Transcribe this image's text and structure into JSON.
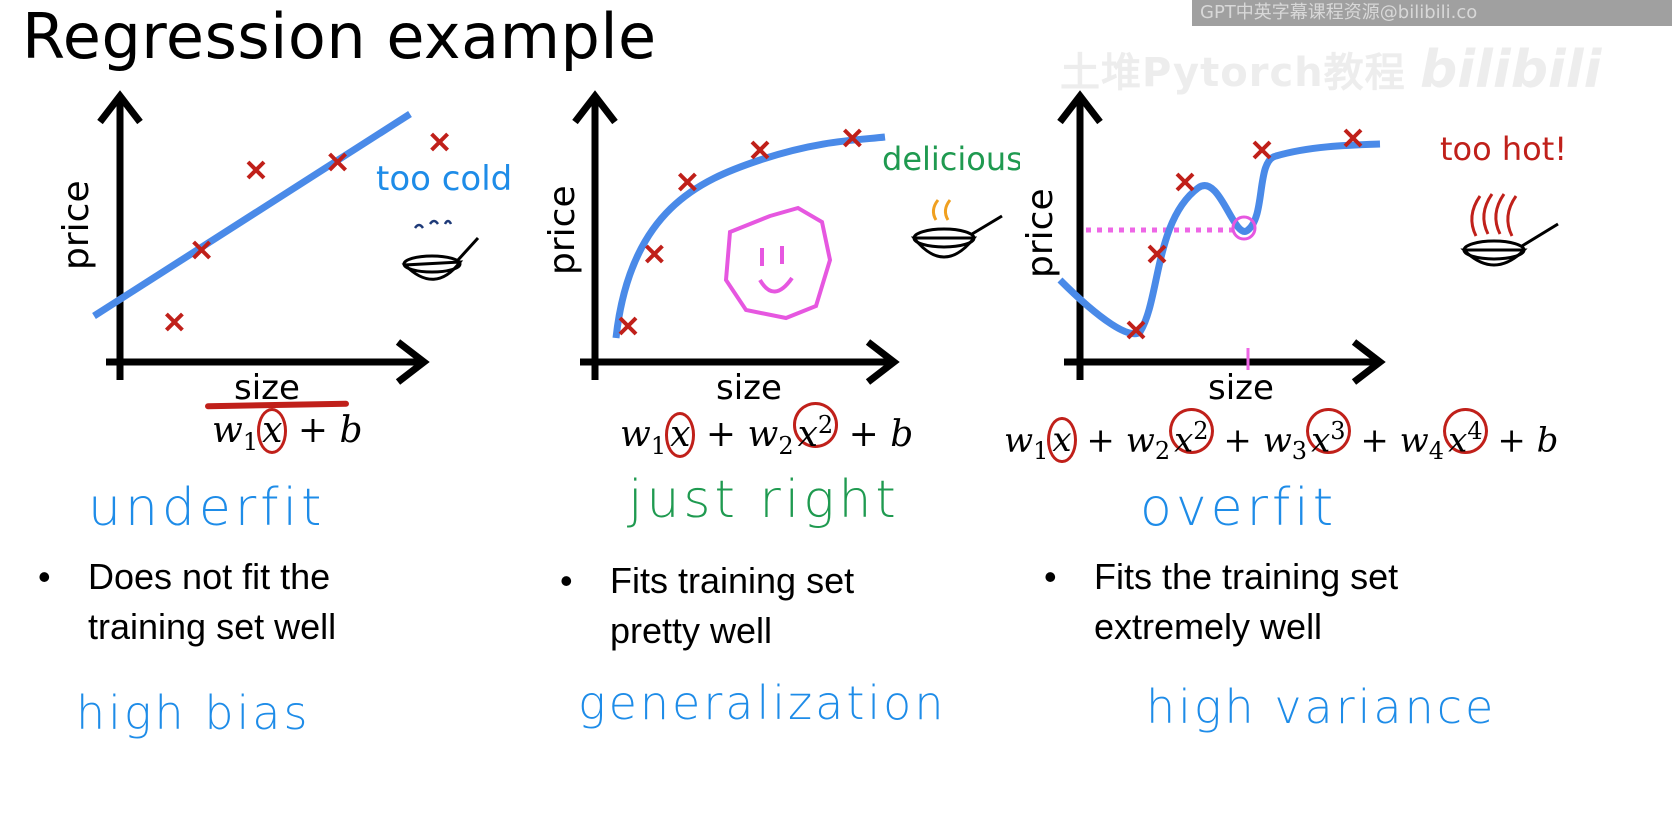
{
  "title": "Regression example",
  "watermark": {
    "text": "GPT中英字幕课程资源@bilibili.co",
    "brand": "土堆Pytorch教程",
    "logo": "bilibili"
  },
  "colors": {
    "fit_line": "#4a8ae8",
    "points": "#c0201a",
    "blue_ink": "#1e8ce8",
    "green_ink": "#1f9a50",
    "red_ink": "#c0201a",
    "pink_ink": "#e657e0",
    "orange_ink": "#f0a020"
  },
  "panels": [
    {
      "xlabel": "size",
      "ylabel": "price",
      "note": "too cold",
      "fit_label": "underfit",
      "bullet": [
        "Does not fit the",
        "training set well"
      ],
      "tag": "high bias"
    },
    {
      "xlabel": "size",
      "ylabel": "price",
      "note": "delicious!",
      "fit_label": "just right",
      "bullet": [
        "Fits training set",
        "pretty well"
      ],
      "tag": "generalization"
    },
    {
      "xlabel": "size",
      "ylabel": "price",
      "note": "too hot!",
      "fit_label": "overfit",
      "bullet": [
        "Fits the training set",
        "extremely well"
      ],
      "tag": "high variance"
    }
  ],
  "equations": {
    "eq1": {
      "w1": "w",
      "s1": "1",
      "x1": "x",
      "b": "+ b"
    },
    "eq2": {
      "w": "w",
      "s1": "1",
      "x": "x",
      "p": "+",
      "s2": "2",
      "e2": "2",
      "b": "+ b"
    },
    "eq3": {
      "w": "w",
      "s1": "1",
      "x": "x",
      "p": "+",
      "s2": "2",
      "e2": "2",
      "s3": "3",
      "e3": "3",
      "s4": "4",
      "e4": "4",
      "b": "+ b"
    }
  },
  "chart_data": [
    {
      "type": "scatter",
      "title": "",
      "xlabel": "size",
      "ylabel": "price",
      "points": [
        [
          0.8,
          1.0
        ],
        [
          1.2,
          2.8
        ],
        [
          2.0,
          4.8
        ],
        [
          3.2,
          5.0
        ],
        [
          4.7,
          5.5
        ]
      ],
      "fit": "linear"
    },
    {
      "type": "scatter",
      "title": "",
      "xlabel": "size",
      "ylabel": "price",
      "points": [
        [
          0.5,
          0.9
        ],
        [
          0.9,
          2.7
        ],
        [
          1.4,
          4.5
        ],
        [
          2.5,
          5.3
        ],
        [
          3.9,
          5.6
        ]
      ],
      "fit": "quadratic"
    },
    {
      "type": "scatter",
      "title": "",
      "xlabel": "size",
      "ylabel": "price",
      "points": [
        [
          0.8,
          0.8
        ],
        [
          1.1,
          2.7
        ],
        [
          1.5,
          4.5
        ],
        [
          2.6,
          5.3
        ],
        [
          3.9,
          5.6
        ]
      ],
      "fit": "quartic"
    }
  ]
}
